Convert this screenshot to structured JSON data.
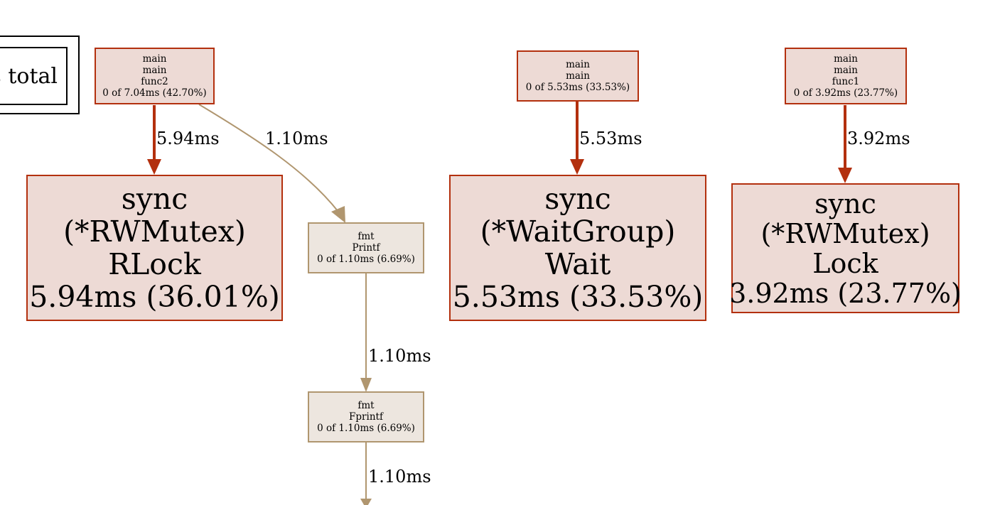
{
  "legend": {
    "total_text": "ns total"
  },
  "nodes": {
    "func2": [
      "main",
      "main",
      "func2",
      "0 of 7.04ms (42.70%)"
    ],
    "rlock": [
      "sync",
      "(*RWMutex)",
      "RLock",
      "5.94ms (36.01%)"
    ],
    "printf": [
      "fmt",
      "Printf",
      "0 of 1.10ms (6.69%)"
    ],
    "fprintf": [
      "fmt",
      "Fprintf",
      "0 of 1.10ms (6.69%)"
    ],
    "main_wait": [
      "main",
      "main",
      "0 of 5.53ms (33.53%)"
    ],
    "wait": [
      "sync",
      "(*WaitGroup)",
      "Wait",
      "5.53ms (33.53%)"
    ],
    "func1": [
      "main",
      "main",
      "func1",
      "0 of 3.92ms (23.77%)"
    ],
    "lock": [
      "sync",
      "(*RWMutex)",
      "Lock",
      "3.92ms (23.77%)"
    ]
  },
  "edges": {
    "func2_rlock": "5.94ms",
    "func2_printf": "1.10ms",
    "printf_fprintf": "1.10ms",
    "fprintf_out": "1.10ms",
    "main_wait": "5.53ms",
    "func1_lock": "3.92ms"
  },
  "colors": {
    "hot_edge": "#b3300e",
    "warm_edge": "#b0966f"
  }
}
